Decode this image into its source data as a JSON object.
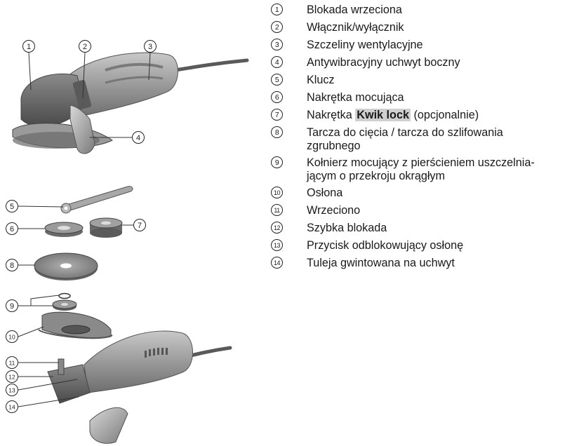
{
  "callout_labels": [
    "1",
    "2",
    "3",
    "4",
    "5",
    "6",
    "7",
    "8",
    "9",
    "10",
    "11",
    "12",
    "13",
    "14"
  ],
  "legend": [
    {
      "num": "1",
      "text": "Blokada wrzeciona"
    },
    {
      "num": "2",
      "text": "Włącznik/wyłącznik"
    },
    {
      "num": "3",
      "text": "Szczeliny wentylacyjne"
    },
    {
      "num": "4",
      "text": "Antywibracyjny uchwyt boczny"
    },
    {
      "num": "5",
      "text": "Klucz"
    },
    {
      "num": "6",
      "text": "Nakrętka mocująca"
    },
    {
      "num": "7",
      "text_before": "Nakrętka ",
      "text_bold": "Kwik lock",
      "text_after": " (opcjonalnie)"
    },
    {
      "num": "8",
      "text": "Tarcza do cięcia / tarcza do szlifowania\nzgrubnego"
    },
    {
      "num": "9",
      "text": "Kołnierz mocujący z pierścieniem uszczelnia-\njącym o przekroju okrągłym"
    },
    {
      "num": "10",
      "text": "Osłona"
    },
    {
      "num": "11",
      "text": "Wrzeciono"
    },
    {
      "num": "12",
      "text": "Szybka blokada"
    },
    {
      "num": "13",
      "text": "Przycisk odblokowujący osłonę"
    },
    {
      "num": "14",
      "text": "Tuleja gwintowana na uchwyt"
    }
  ]
}
